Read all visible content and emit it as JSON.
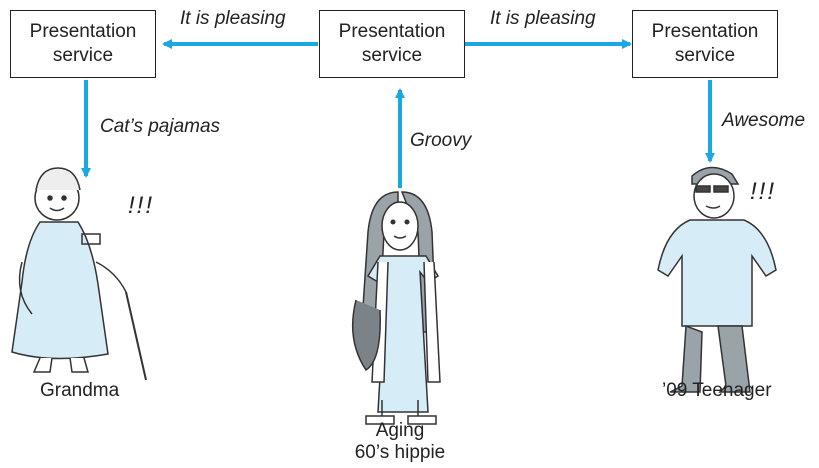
{
  "nodes": {
    "left": {
      "line1": "Presentation",
      "line2": "service"
    },
    "center": {
      "line1": "Presentation",
      "line2": "service"
    },
    "right": {
      "line1": "Presentation",
      "line2": "service"
    }
  },
  "edges": {
    "center_to_left": "It is pleasing",
    "center_to_right": "It is pleasing",
    "left_down": "Cat’s pajamas",
    "center_up": "Groovy",
    "right_down": "Awesome"
  },
  "people": {
    "grandma": {
      "caption": "Grandma",
      "exclaim": "!!!"
    },
    "hippie": {
      "caption_line1": "Aging",
      "caption_line2": "60’s hippie"
    },
    "teenager": {
      "caption": "’09 Teenager",
      "exclaim": "!!!"
    }
  },
  "colors": {
    "arrow": "#1ba8e0",
    "clothing": "#d6ecf7",
    "pants": "#9aa3a8"
  }
}
